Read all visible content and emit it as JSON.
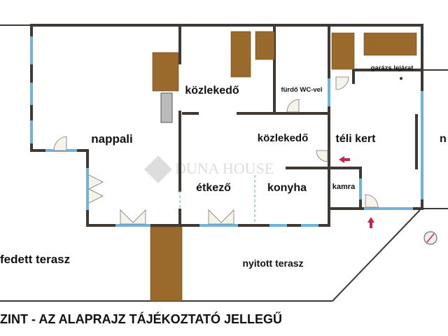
{
  "rooms": {
    "nappali": "nappali",
    "kozlekedo_upper": "közlekedő",
    "furdo": "fürdő WC-vel",
    "garazs": "garázs lejárat",
    "kozlekedo_middle": "közlekedő",
    "teli_kert": "téli kert",
    "etkezo": "étkező",
    "konyha": "konyha",
    "kamra": "kamra",
    "fedett_terasz": "fedett terasz",
    "nyitott_terasz": "nyitott terasz",
    "clipped_right": "n"
  },
  "footer": "ZINT - AZ ALAPRAJZ TÁJÉKOZTATÓ JELLEGŰ",
  "watermark": "DUNA HOUSE",
  "colors": {
    "wall": "#3f3833",
    "window": "#6fb3d9",
    "stairs": "#9a6a2c",
    "arrow": "#c0284a"
  }
}
